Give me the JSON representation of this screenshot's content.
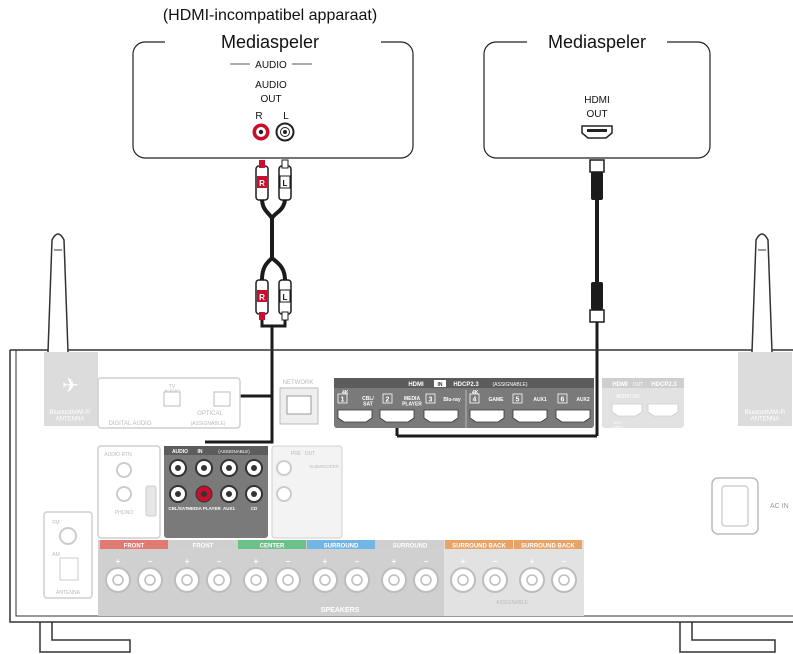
{
  "devices": {
    "left": {
      "note": "(HDMI-incompatibel apparaat)",
      "title": "Mediaspeler",
      "audio_bar": "AUDIO",
      "jack_label_1": "AUDIO",
      "jack_label_2": "OUT",
      "r": "R",
      "l": "L"
    },
    "right": {
      "title": "Mediaspeler",
      "port_label_1": "HDMI",
      "port_label_2": "OUT"
    }
  },
  "cable_plugs": {
    "r": "R",
    "l": "L"
  },
  "receiver": {
    "bt_antenna": "Bluetooth/Wi-Fi\nANTENNA",
    "digital_audio": "DIGITAL AUDIO",
    "assignable": "(ASSIGNABLE)",
    "tv_audio": "TV\nAUDIO",
    "optical": "OPTICAL",
    "network": "NETWORK",
    "hdmi_in": "HDMI",
    "in": "IN",
    "hdcp": "HDCP2.3",
    "hdmi_assignable": "(ASSIGNABLE)",
    "k4": "4K",
    "hdmi_inputs": [
      {
        "num": "1",
        "name": "CBL/\nSAT"
      },
      {
        "num": "2",
        "name": "MEDIA\nPLAYER"
      },
      {
        "num": "3",
        "name": "Blu-ray"
      },
      {
        "num": "4",
        "name": "GAME"
      },
      {
        "num": "5",
        "name": "AUX1"
      },
      {
        "num": "6",
        "name": "AUX2"
      }
    ],
    "hdmi_out": "HDMI",
    "out": "OUT",
    "hdmi_out_hdcp": "HDCP2.3",
    "monitor": "MONITOR",
    "arc": "ARC\neARC",
    "audio_in": "AUDIO",
    "in2": "IN",
    "audio_assignable": "(ASSIGNABLE)",
    "audio_labels": [
      "CBL/SAT",
      "MEDIA PLAYER",
      "AUX1",
      "CD"
    ],
    "pre_out": "PRE",
    "out2": "OUT",
    "subwoofer": "SUBWOOFER",
    "phono": "PHONO",
    "audio_rtn": "AUDIO RTN",
    "fm": "FM",
    "am": "AM",
    "antenna": "ANTENNA",
    "ac_in": "AC IN",
    "speakers": "SPEAKERS",
    "spk_assignable": "ASSIGNABLE",
    "speaker_groups": [
      {
        "label": "FRONT",
        "color": "#e07a72"
      },
      {
        "label": "FRONT",
        "color": "#cfcfcf"
      },
      {
        "label": "CENTER",
        "color": "#6cc08a"
      },
      {
        "label": "SURROUND",
        "color": "#72b6e6"
      },
      {
        "label": "SURROUND",
        "color": "#cfcfcf"
      },
      {
        "label": "SURROUND BACK",
        "color": "#e8a367"
      },
      {
        "label": "SURROUND BACK",
        "color": "#e8a367"
      }
    ]
  },
  "colors": {
    "cable": "#1b1b1b",
    "red": "#c8102e",
    "panel": "#7a7a7a",
    "hdmi_bar": "#5c5c5c"
  }
}
